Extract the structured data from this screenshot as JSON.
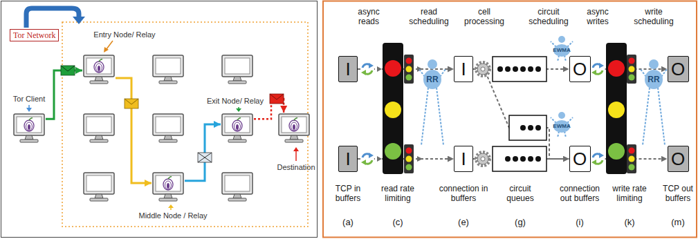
{
  "diagram": {
    "nodes": [
      {
        "text": [
          "Tor Network"
        ]
      },
      {
        "text": [
          "Entry Node/ Relay"
        ]
      },
      {
        "text": [
          "Tor Client"
        ]
      },
      {
        "text": [
          "Exit Node/ Relay"
        ]
      },
      {
        "text": [
          "Destination"
        ]
      },
      {
        "text": [
          "Middle Node / Relay"
        ]
      },
      {
        "text": [
          "I"
        ]
      },
      {
        "text": [
          "I"
        ]
      },
      {
        "text": [
          "I"
        ]
      },
      {
        "text": [
          "I"
        ]
      },
      {
        "text": [
          "O"
        ]
      },
      {
        "text": [
          "O"
        ]
      },
      {
        "text": [
          "O"
        ]
      },
      {
        "text": [
          "O"
        ]
      }
    ],
    "edges": [
      {
        "from": 2,
        "to": 1,
        "arrow": "to"
      },
      {
        "from": 1,
        "to": 5,
        "arrow": "to"
      },
      {
        "from": 5,
        "to": 3,
        "arrow": "to"
      },
      {
        "from": 3,
        "to": 4,
        "arrow": "to"
      },
      {
        "from": 6,
        "to": 8,
        "arrow": "to"
      },
      {
        "from": 7,
        "to": 9,
        "arrow": "to"
      },
      {
        "from": 8,
        "to": 10,
        "arrow": "to"
      },
      {
        "from": 8,
        "to": 11,
        "arrow": "to"
      },
      {
        "from": 9,
        "to": 11,
        "arrow": "to"
      },
      {
        "from": 10,
        "to": 12,
        "arrow": "to"
      },
      {
        "from": 11,
        "to": 13,
        "arrow": "to"
      }
    ],
    "labels": [
      "async reads",
      "read scheduling",
      "cell processing",
      "circuit scheduling",
      "async writes",
      "write scheduling",
      "RR",
      "EWMA",
      "EWMA",
      "RR",
      "TCP in buffers",
      "read rate limiting",
      "connection in buffers",
      "circuit queues",
      "connection out buffers",
      "write rate limiting",
      "TCP out buffers",
      "(a)",
      "(c)",
      "(e)",
      "(g)",
      "(i)",
      "(k)",
      "(m)"
    ]
  }
}
